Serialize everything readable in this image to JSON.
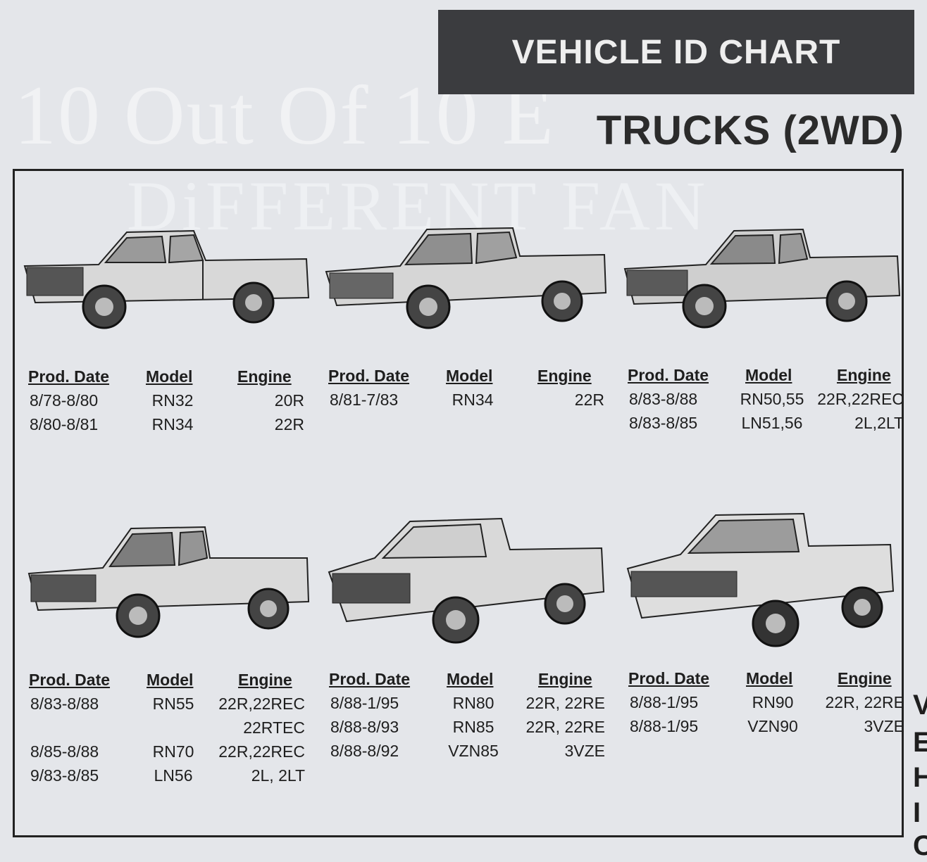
{
  "header": {
    "title": "VEHICLE ID CHART",
    "subtitle": "TRUCKS (2WD)"
  },
  "watermark": {
    "line1": "10 Out Of 10 E",
    "line2": "DiFFERENT FAN"
  },
  "columns": {
    "date": "Prod. Date",
    "model": "Model",
    "engine": "Engine"
  },
  "panels": [
    {
      "rows": [
        {
          "date": "8/78-8/80",
          "model": "RN32",
          "engine": "20R"
        },
        {
          "date": "8/80-8/81",
          "model": "RN34",
          "engine": "22R"
        }
      ]
    },
    {
      "rows": [
        {
          "date": "8/81-7/83",
          "model": "RN34",
          "engine": "22R"
        }
      ]
    },
    {
      "rows": [
        {
          "date": "8/83-8/88",
          "model": "RN50,55",
          "engine": "22R,22REC"
        },
        {
          "date": "8/83-8/85",
          "model": "LN51,56",
          "engine": "2L,2LT"
        }
      ]
    },
    {
      "rows": [
        {
          "date": "8/83-8/88",
          "model": "RN55",
          "engine": "22R,22REC"
        },
        {
          "date": "",
          "model": "",
          "engine": "22RTEC"
        },
        {
          "date": "8/85-8/88",
          "model": "RN70",
          "engine": "22R,22REC"
        },
        {
          "date": "9/83-8/85",
          "model": "LN56",
          "engine": "2L, 2LT"
        }
      ]
    },
    {
      "rows": [
        {
          "date": "8/88-1/95",
          "model": "RN80",
          "engine": "22R, 22RE"
        },
        {
          "date": "8/88-8/93",
          "model": "RN85",
          "engine": "22R, 22RE"
        },
        {
          "date": "8/88-8/92",
          "model": "VZN85",
          "engine": "3VZE"
        }
      ]
    },
    {
      "rows": [
        {
          "date": "8/88-1/95",
          "model": "RN90",
          "engine": "22R, 22RE"
        },
        {
          "date": "8/88-1/95",
          "model": "VZN90",
          "engine": "3VZE"
        }
      ]
    }
  ],
  "edge_letters": [
    "V",
    "E",
    "H",
    "I",
    "C"
  ]
}
